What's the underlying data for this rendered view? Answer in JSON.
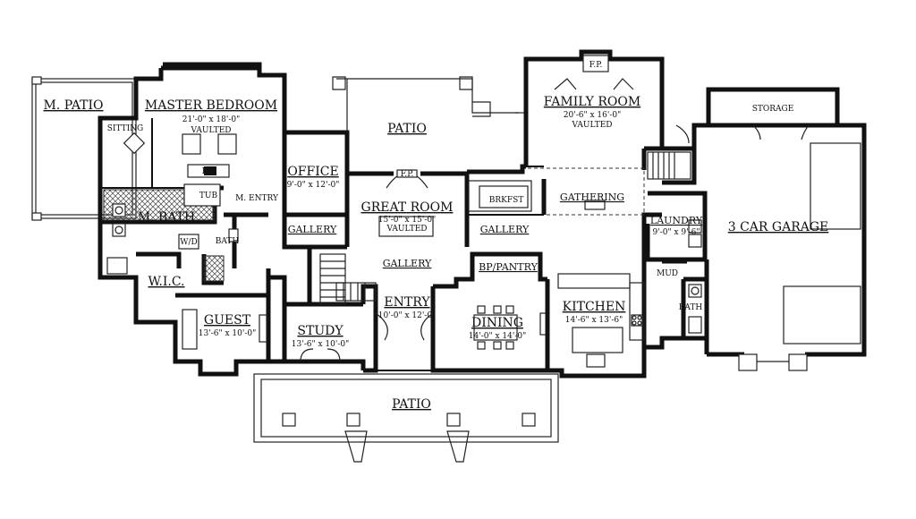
{
  "rooms": {
    "m_patio": {
      "name": "M. PATIO"
    },
    "master_bedroom": {
      "name": "MASTER BEDROOM",
      "dims": "21'-0\" x 18'-0\"",
      "note": "VAULTED"
    },
    "sitting": {
      "name": "SITTING"
    },
    "tub": {
      "name": "TUB"
    },
    "m_entry": {
      "name": "M. ENTRY"
    },
    "m_bath": {
      "name": "M. BATH"
    },
    "wic": {
      "name": "W.I.C."
    },
    "bath_small": {
      "name": "BATH"
    },
    "guest": {
      "name": "GUEST",
      "dims": "13'-6\" x 10'-0\""
    },
    "office": {
      "name": "OFFICE",
      "dims": "9'-0\" x 12'-0\""
    },
    "patio_top": {
      "name": "PATIO"
    },
    "great_room": {
      "name": "GREAT ROOM",
      "dims": "15'-0\" x 15'-0\"",
      "note": "VAULTED"
    },
    "gallery_left": {
      "name": "GALLERY"
    },
    "gallery_center": {
      "name": "GALLERY"
    },
    "gallery_right": {
      "name": "GALLERY"
    },
    "entry": {
      "name": "ENTRY",
      "dims": "10'-0\" x 12'-0\""
    },
    "study": {
      "name": "STUDY",
      "dims": "13'-6\" x 10'-0\""
    },
    "dining": {
      "name": "DINING",
      "dims": "14'-0\" x 14'-0\""
    },
    "bp_pantry": {
      "name": "BP/PANTRY"
    },
    "brkfst": {
      "name": "BRKFST"
    },
    "family_room": {
      "name": "FAMILY ROOM",
      "dims": "20'-6\" x 16'-0\"",
      "note": "VAULTED"
    },
    "gathering": {
      "name": "GATHERING"
    },
    "kitchen": {
      "name": "KITCHEN",
      "dims": "14'-6\" x 13'-6\""
    },
    "laundry": {
      "name": "LAUNDRY",
      "dims": "9'-0\" x 9'-6\""
    },
    "mud": {
      "name": "MUD"
    },
    "bath_garage": {
      "name": "BATH"
    },
    "storage": {
      "name": "STORAGE"
    },
    "garage": {
      "name": "3 CAR GARAGE"
    },
    "patio_bottom": {
      "name": "PATIO"
    }
  },
  "fixtures": {
    "fireplace_family": "F.P.",
    "fireplace_master": "F.P.",
    "fireplace_great": "F.P.",
    "washer_dryer": "W/D"
  }
}
